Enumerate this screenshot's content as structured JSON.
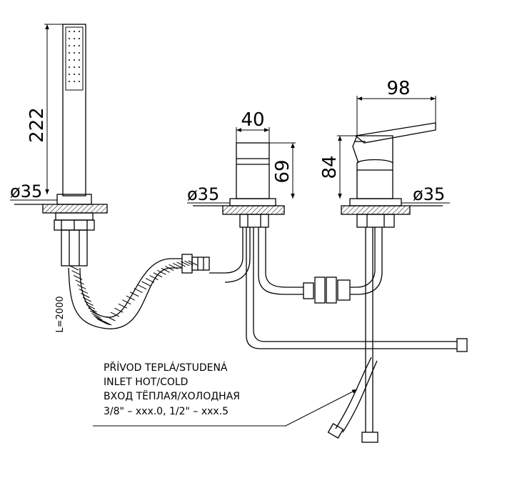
{
  "dimensions": {
    "handshower_length": "222",
    "hole_left": "ø35",
    "hole_middle": "ø35",
    "hole_right": "ø35",
    "spout_width": "40",
    "spout_height": "69",
    "mixer_depth": "98",
    "mixer_height": "84",
    "hose_length": "L=2000"
  },
  "note": {
    "lines": [
      "PŘÍVOD TEPLÁ/STUDENÁ",
      "INLET HOT/COLD",
      "ВХОД ТЁПЛАЯ/ХОЛОДНАЯ",
      "3/8\"  –  xxx.0,  1/2\"  –  xxx.5"
    ]
  }
}
